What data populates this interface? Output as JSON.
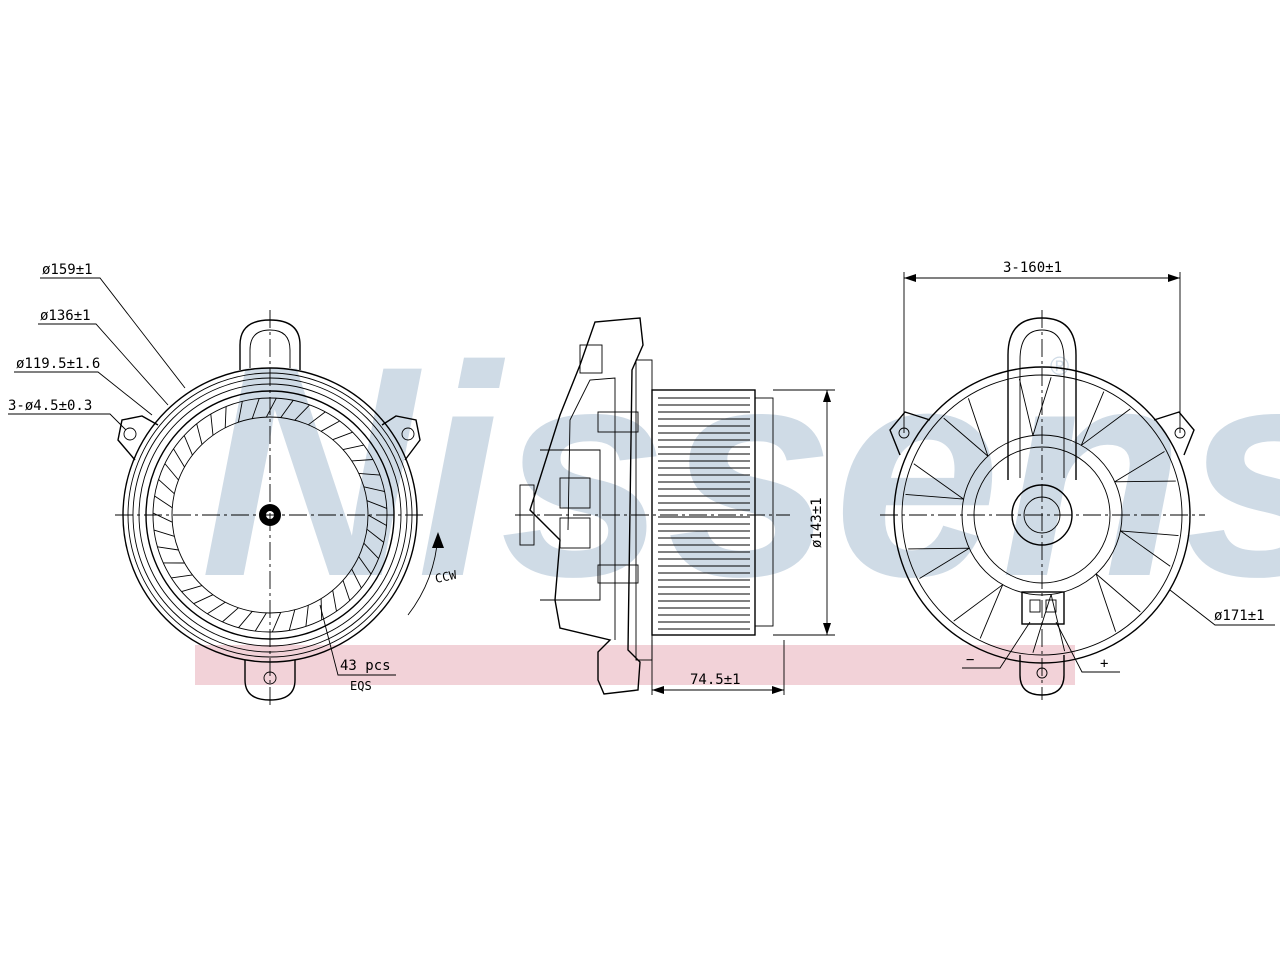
{
  "watermark": {
    "text": "Nissens",
    "registered": "®",
    "color": "#cfdbe6",
    "band_color": "#f2d2d8"
  },
  "front_view": {
    "dia_outer": "ø159±1",
    "dia_ring": "ø136±1",
    "dia_impeller": "ø119.5±1.6",
    "mount_holes": "3-ø4.5±0.3",
    "rotation": "CCW",
    "blade_count": "43 pcs",
    "blade_note": "EQS"
  },
  "side_view": {
    "dia_wheel": "ø143±1",
    "length": "74.5±1"
  },
  "rear_view": {
    "hole_spacing": "3-160±1",
    "dia_flange": "ø171±1",
    "terminal_neg": "−",
    "terminal_pos": "+"
  }
}
